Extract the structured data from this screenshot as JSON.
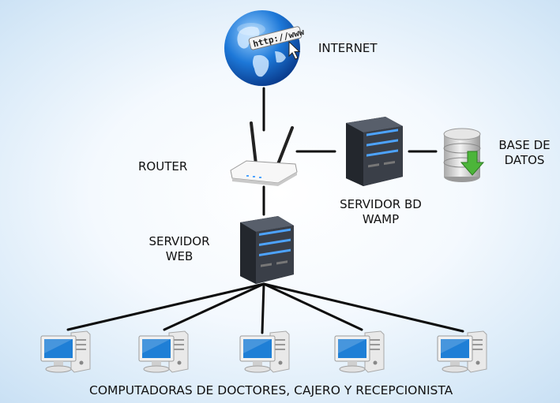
{
  "labels": {
    "internet": "INTERNET",
    "router": "ROUTER",
    "servidor_bd_line1": "SERVIDOR BD",
    "servidor_bd_line2": "WAMP",
    "base_line1": "BASE DE",
    "base_line2": "DATOS",
    "servidor_web_line1": "SERVIDOR",
    "servidor_web_line2": "WEB",
    "computadoras": "COMPUTADORAS DE DOCTORES, CAJERO Y RECEPCIONISTA"
  },
  "globe": {
    "address_text": "http://www"
  },
  "computers": [
    {
      "name": "computer-1"
    },
    {
      "name": "computer-2"
    },
    {
      "name": "computer-3"
    },
    {
      "name": "computer-4"
    },
    {
      "name": "computer-5"
    }
  ],
  "colors": {
    "line": "#0d0d0d",
    "server_body": "#2b2f36",
    "server_light": "#4da3ff",
    "screen": "#1f7fd6",
    "db_arrow": "#4cb53a"
  }
}
